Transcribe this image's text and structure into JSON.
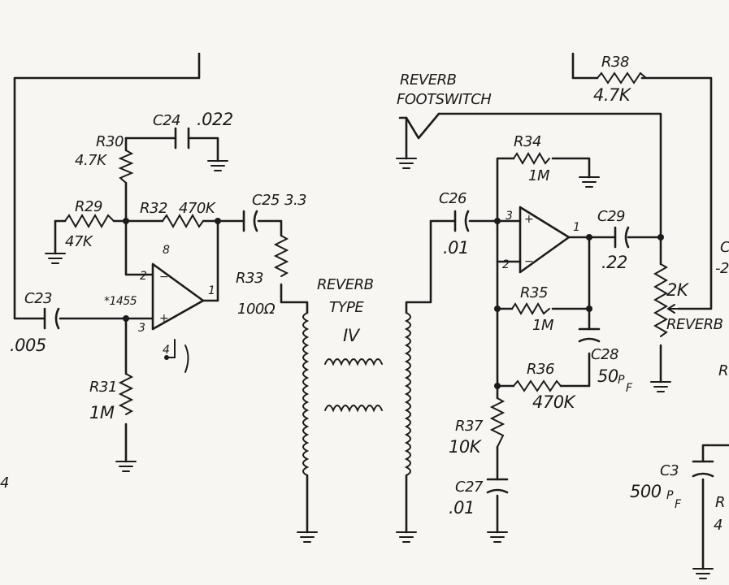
{
  "components": {
    "r30": {
      "ref": "R30",
      "value": "4.7K"
    },
    "c24": {
      "ref": "C24",
      "value": ".022"
    },
    "r29": {
      "ref": "R29",
      "value": "47K"
    },
    "r32": {
      "ref": "R32",
      "value": "470K"
    },
    "c25": {
      "ref": "C25",
      "value": "3.3"
    },
    "c23": {
      "ref": "C23",
      "value": ".005"
    },
    "ic": {
      "ref": "*1455"
    },
    "r31": {
      "ref": "R31",
      "value": "1M"
    },
    "r33": {
      "ref": "R33",
      "value": "100Ω"
    },
    "c26": {
      "ref": "C26",
      "value": ".01"
    },
    "r34": {
      "ref": "R34",
      "value": "1M"
    },
    "c29": {
      "ref": "C29",
      "value": ".22"
    },
    "r35": {
      "ref": "R35",
      "value": "1M"
    },
    "c28": {
      "ref": "C28",
      "value": "50",
      "unit": "P",
      "unit_sub": "F"
    },
    "r36": {
      "ref": "R36",
      "value": "470K"
    },
    "r37": {
      "ref": "R37",
      "value": "10K"
    },
    "c27": {
      "ref": "C27",
      "value": ".01"
    },
    "r38": {
      "ref": "R38",
      "value": "4.7K"
    },
    "pot": {
      "value": "2K",
      "name": "REVERB"
    },
    "c3": {
      "ref": "C3",
      "value": "500",
      "unit": "P",
      "unit_sub": "F"
    }
  },
  "tank": {
    "line1": "REVERB",
    "line2": "TYPE",
    "line3": "IV"
  },
  "footswitch": {
    "line1": "REVERB",
    "line2": "FOOTSWITCH"
  },
  "pins": {
    "p2": "2",
    "p3": "3",
    "p1": "1",
    "p8": "8",
    "p4": "4",
    "p3b": "3",
    "p1b": "1",
    "p2b": "2"
  },
  "edge": {
    "right_top": "C",
    "right_mid": "-2",
    "right_r": "R",
    "right_r2": "R",
    "right_4": "4",
    "left_4": "4"
  }
}
